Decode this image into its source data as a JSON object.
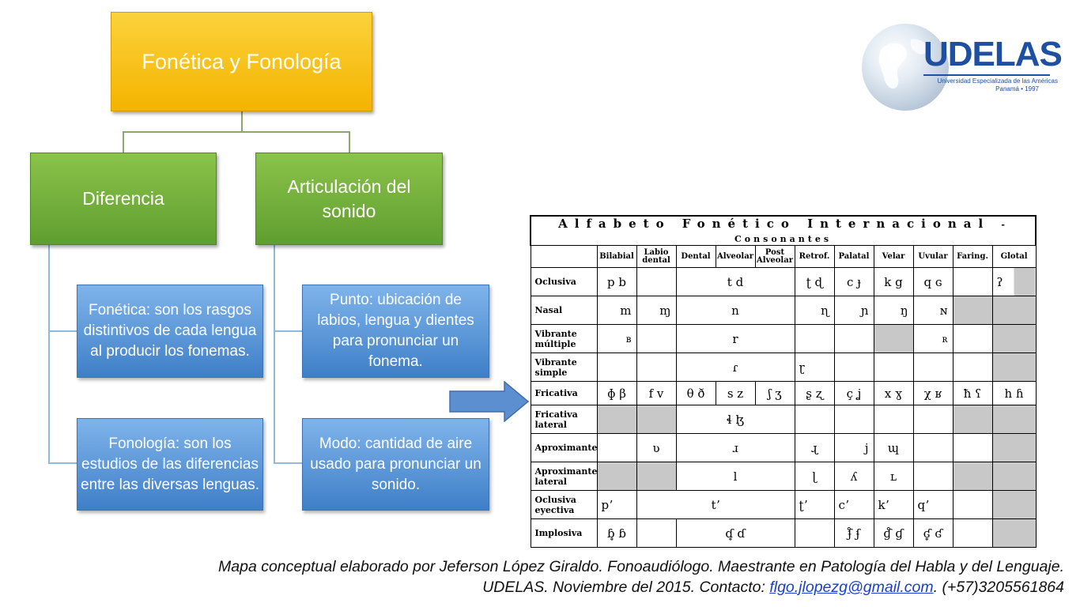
{
  "concept_map": {
    "root": "Fonética y Fonología",
    "branches": [
      {
        "title": "Diferencia",
        "items": [
          "Fonética: son los rasgos distintivos de cada lengua al producir los fonemas.",
          "Fonología: son los estudios de las diferencias entre las diversas lenguas."
        ]
      },
      {
        "title": "Articulación del sonido",
        "items": [
          "Punto: ubicación de labios, lengua y dientes para pronunciar un fonema.",
          "Modo: cantidad de aire usado para pronunciar un sonido."
        ]
      }
    ]
  },
  "logo": {
    "name": "UDELAS",
    "subtitle": "Universidad Especializada de las Américas",
    "place": "Panamá • 1997"
  },
  "ipa_table": {
    "title": "Alfabeto Fonético Internacional",
    "subtitle": "- Consonantes",
    "columns": [
      "Bilabial",
      "Labio dental",
      "Dental",
      "Alveolar",
      "Post Alveolar",
      "Retrof.",
      "Palatal",
      "Velar",
      "Uvular",
      "Faring.",
      "Glotal"
    ],
    "rows": [
      {
        "label": "Oclusiva",
        "cells": [
          "p   b",
          "",
          "t   d",
          "ʈ   ɖ",
          "c   ɟ",
          "k   g",
          "q   ɢ",
          "",
          "ʔ"
        ]
      },
      {
        "label": "Nasal",
        "cells": [
          "m",
          "ɱ",
          "n",
          "ɳ",
          "ɲ",
          "ŋ",
          "ɴ",
          "",
          ""
        ]
      },
      {
        "label": "Vibrante múltiple",
        "cells": [
          "ʙ",
          "",
          "r",
          "",
          "",
          "",
          "ʀ",
          "",
          ""
        ]
      },
      {
        "label": "Vibrante simple",
        "cells": [
          "",
          "",
          "ɾ",
          "ɽ",
          "",
          "",
          "",
          "",
          ""
        ]
      },
      {
        "label": "Fricativa",
        "cells": [
          "ɸ   β",
          "f   v",
          "θ   ð",
          "s   z",
          "ʃ   ʒ",
          "ʂ   ʐ",
          "ç   ʝ",
          "x   ɣ",
          "χ   ʁ",
          "ħ   ʕ",
          "h   ɦ"
        ]
      },
      {
        "label": "Fricativa lateral",
        "cells": [
          "",
          "",
          "ɬ   ɮ",
          "",
          "",
          "",
          "",
          "",
          ""
        ]
      },
      {
        "label": "Aproximante",
        "cells": [
          "",
          "ʋ",
          "ɹ",
          "ɻ",
          "j",
          "ɰ",
          "",
          "",
          ""
        ]
      },
      {
        "label": "Aproximante lateral",
        "cells": [
          "",
          "",
          "l",
          "ɭ",
          "ʎ",
          "ʟ",
          "",
          "",
          ""
        ]
      },
      {
        "label": "Oclusiva eyectiva",
        "cells": [
          "pʼ",
          "tʼ",
          "ʈʼ",
          "cʼ",
          "kʼ",
          "qʼ"
        ]
      },
      {
        "label": "Implosiva",
        "cells": [
          "ɓ̥   ɓ",
          "",
          "ɗ̥   ɗ",
          "",
          "ʄ̊   ʄ",
          "ɠ̊   ɠ",
          "ʛ̥   ʛ",
          "",
          ""
        ]
      }
    ]
  },
  "caption": {
    "line1": "Mapa conceptual elaborado por Jeferson López Giraldo. Fonoaudiólogo. Maestrante en Patología del Habla y del Lenguaje.",
    "line2_prefix": "UDELAS. Noviembre del 2015. Contacto: ",
    "email": "flgo.jlopezg@gmail.com",
    "line2_suffix": ". (+57)3205561864"
  }
}
